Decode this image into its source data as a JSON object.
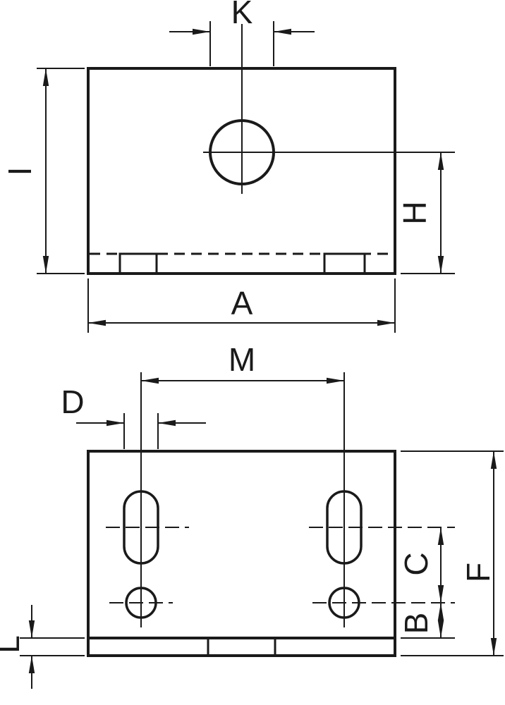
{
  "colors": {
    "line": "#1a1a1a",
    "background": "#ffffff"
  },
  "top_view": {
    "dimension_labels": {
      "K": "K",
      "I": "I",
      "H": "H",
      "A": "A"
    }
  },
  "bottom_view": {
    "dimension_labels": {
      "M": "M",
      "D": "D",
      "C": "C",
      "F": "F",
      "B": "B",
      "L": "L"
    }
  }
}
